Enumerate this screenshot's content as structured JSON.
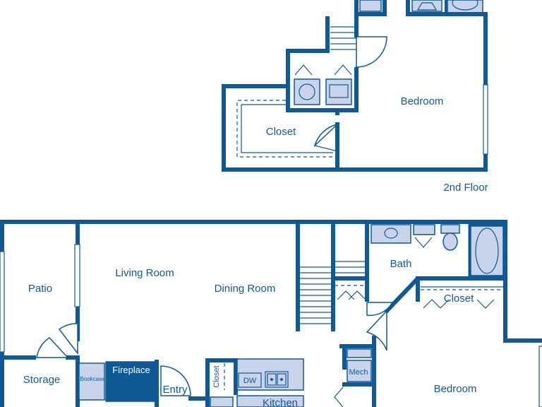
{
  "colors": {
    "wall": "#0f5a96",
    "fixture": "#c9d4ea",
    "background": "#ffffff"
  },
  "second_floor": {
    "floor_label": "2nd Floor",
    "rooms": {
      "bedroom": "Bedroom",
      "closet": "Closet"
    }
  },
  "first_floor": {
    "rooms": {
      "patio": "Patio",
      "living_room": "Living Room",
      "dining_room": "Dining Room",
      "bath": "Bath",
      "closet": "Closet",
      "storage": "Storage",
      "bookcase": "Bookcase",
      "fireplace": "Fireplace",
      "entry": "Entry",
      "entry_closet": "Closet",
      "dishwasher": "DW",
      "kitchen": "Kitchen",
      "mech": "Mech",
      "bedroom": "Bedroom"
    }
  },
  "icons": [
    "washer-icon",
    "dryer-icon",
    "sink-icon",
    "toilet-icon",
    "bathtub-icon",
    "kitchen-sink-icon"
  ]
}
